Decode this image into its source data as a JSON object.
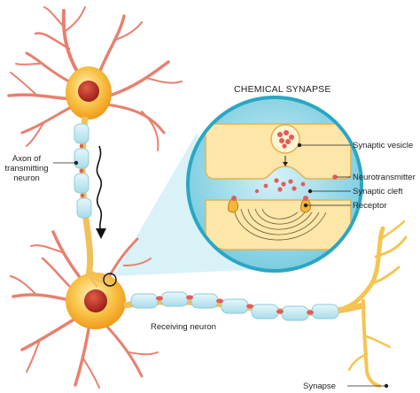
{
  "title": "CHEMICAL SYNAPSE",
  "labels": {
    "axon_line1": "Axon of",
    "axon_line2": "transmitting",
    "axon_line3": "neuron",
    "synaptic_vesicle": "Synaptic vesicle",
    "neurotransmitter": "Neurotransmitter",
    "synaptic_cleft": "Synaptic cleft",
    "receptor": "Receptor",
    "receiving_neuron": "Receiving neuron",
    "synapse": "Synapse"
  },
  "colors": {
    "dendrite": "#e8806f",
    "soma": "#f5a623",
    "nucleus": "#c0392b",
    "myelin": "#bfe6f2",
    "myelin_node": "#e25c5c",
    "circle_ring": "#2aa6c4",
    "circle_fill": "#8ed6e6",
    "terminal": "#fce6a8",
    "zoom": "#bde7f0"
  }
}
